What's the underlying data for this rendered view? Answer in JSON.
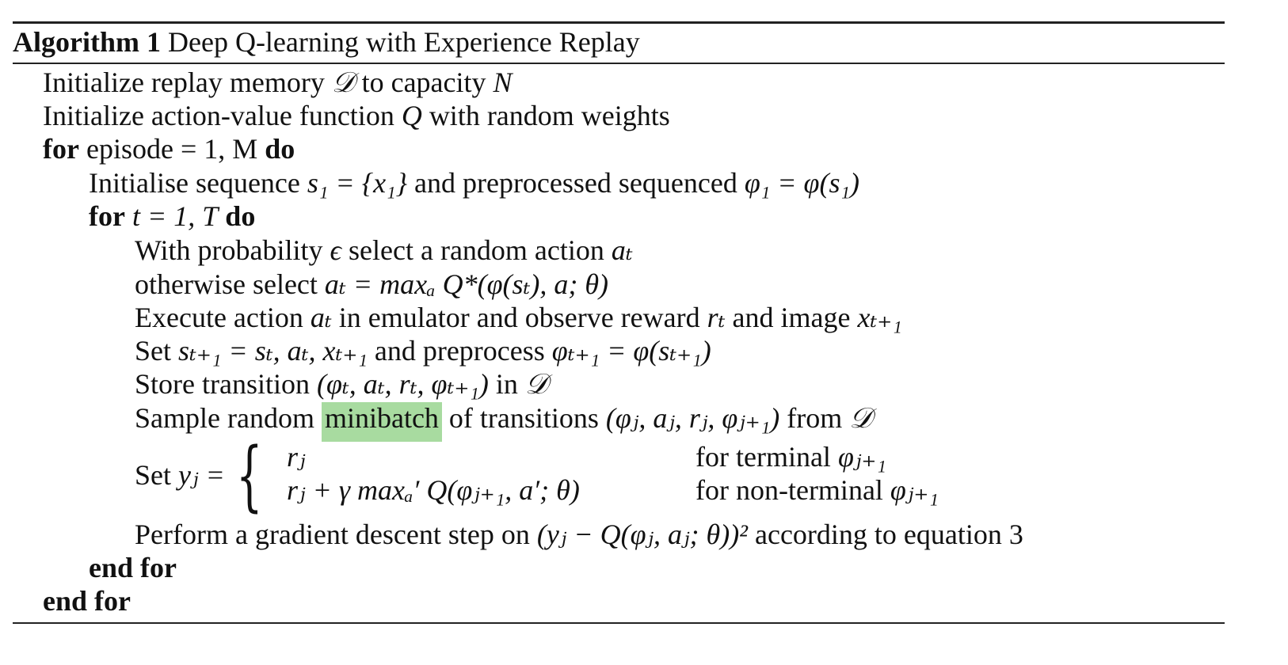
{
  "algorithm": {
    "label": "Algorithm 1",
    "title": "Deep Q-learning with Experience Replay"
  },
  "lines": {
    "init_memory": {
      "text": "Initialize replay memory",
      "sym_D": "𝒟",
      "mid": "to capacity",
      "sym_N": "N"
    },
    "init_q": {
      "text": "Initialize action-value function",
      "sym_Q": "Q",
      "rest": "with random weights"
    },
    "for_episode": {
      "kw_for": "for",
      "expr": "episode = 1, M",
      "kw_do": "do"
    },
    "init_seq": {
      "text": "Initialise sequence",
      "expr1": "s₁ = {x₁}",
      "mid": "and preprocessed sequenced",
      "expr2": "φ₁ = φ(s₁)"
    },
    "for_t": {
      "kw_for": "for",
      "expr": "t = 1, T",
      "kw_do": "do"
    },
    "with_prob": {
      "text": "With probability",
      "sym": "ϵ",
      "rest": "select a random action",
      "sym2": "aₜ"
    },
    "otherwise": {
      "text": "otherwise select",
      "expr": "aₜ = maxₐ Q*(φ(sₜ), a; θ)"
    },
    "execute": {
      "text": "Execute action",
      "sym": "aₜ",
      "mid": "in emulator and observe reward",
      "sym2": "rₜ",
      "mid2": "and image",
      "sym3": "xₜ₊₁"
    },
    "set_s": {
      "text": "Set",
      "expr": "sₜ₊₁ = sₜ, aₜ, xₜ₊₁",
      "mid": "and preprocess",
      "expr2": "φₜ₊₁ = φ(sₜ₊₁)"
    },
    "store": {
      "text": "Store transition",
      "expr": "(φₜ, aₜ, rₜ, φₜ₊₁)",
      "mid": "in",
      "sym_D": "𝒟"
    },
    "sample": {
      "text": "Sample random",
      "highlight": "minibatch",
      "mid": "of transitions",
      "expr": "(φⱼ, aⱼ, rⱼ, φⱼ₊₁)",
      "end": "from",
      "sym_D": "𝒟"
    },
    "set_y": {
      "text": "Set",
      "lhs": "yⱼ =",
      "case1_expr": "rⱼ",
      "case1_cond_text": "for terminal",
      "case1_cond_sym": "φⱼ₊₁",
      "case2_expr": "rⱼ + γ maxₐ′ Q(φⱼ₊₁, a′; θ)",
      "case2_cond_text": "for non-terminal",
      "case2_cond_sym": "φⱼ₊₁"
    },
    "gradient": {
      "text": "Perform a gradient descent step on",
      "expr": "(yⱼ − Q(φⱼ, aⱼ; θ))²",
      "rest": "according to equation 3"
    },
    "end_for_inner": {
      "kw": "end for"
    },
    "end_for_outer": {
      "kw": "end for"
    }
  },
  "colors": {
    "highlight": "#a8dba0",
    "rule": "#222222",
    "text": "#111111"
  }
}
